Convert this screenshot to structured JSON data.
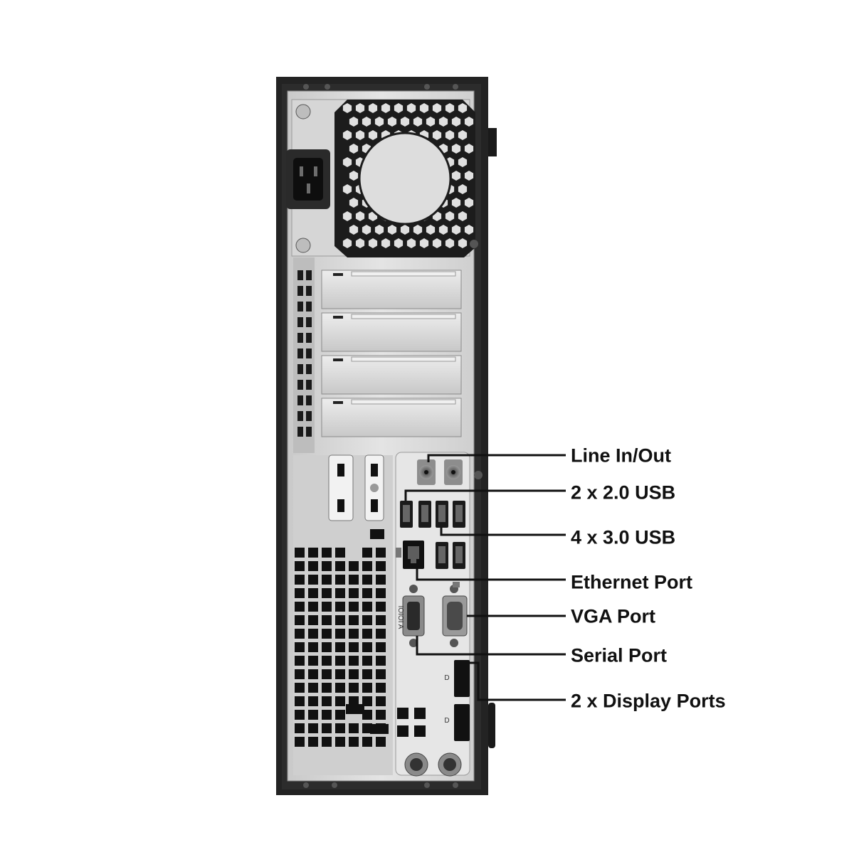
{
  "diagram": {
    "callouts": [
      {
        "id": "line-in-out",
        "label": "Line In/Out"
      },
      {
        "id": "usb2",
        "label": "2 x 2.0 USB"
      },
      {
        "id": "usb3",
        "label": "4 x 3.0 USB"
      },
      {
        "id": "ethernet",
        "label": "Ethernet Port"
      },
      {
        "id": "vga",
        "label": "VGA Port"
      },
      {
        "id": "serial",
        "label": "Serial Port"
      },
      {
        "id": "displayport",
        "label": "2 x Display Ports"
      }
    ],
    "port_markings": {
      "serial": "IOIOI A",
      "displayport": "D"
    }
  },
  "colors": {
    "chassis": "#1f1f1f",
    "panel": "#d9d9d9",
    "vent_hole": "#111111",
    "callout_line": "#111111",
    "label_text": "#111111"
  }
}
